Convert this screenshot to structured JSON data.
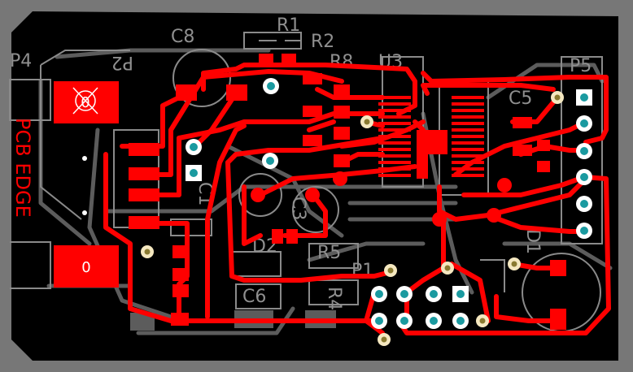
{
  "board": {
    "edge_label": "PCB EDGE",
    "colors": {
      "background": "#777777",
      "board": "#000000",
      "copper_top": "#ff0000",
      "silkscreen": "#8a8a8a",
      "via_ring": "#ffffff",
      "via_hole": "#1a9aa0",
      "bottom_copper": "#5c5c5c"
    }
  },
  "designators": {
    "c8": "C8",
    "r1": "R1",
    "p2": "P2",
    "p4": "P4",
    "r2": "R2",
    "r8": "R8",
    "u3": "U3",
    "p5": "P5",
    "c5": "C5",
    "d1": "D1",
    "c3": "C3",
    "d2": "D2",
    "r5": "R5",
    "p1": "P1",
    "c1": "C1",
    "c6": "C6",
    "r4": "R4"
  },
  "pads": {
    "mounting_pad_top": "0",
    "mounting_pad_bottom": "0"
  }
}
